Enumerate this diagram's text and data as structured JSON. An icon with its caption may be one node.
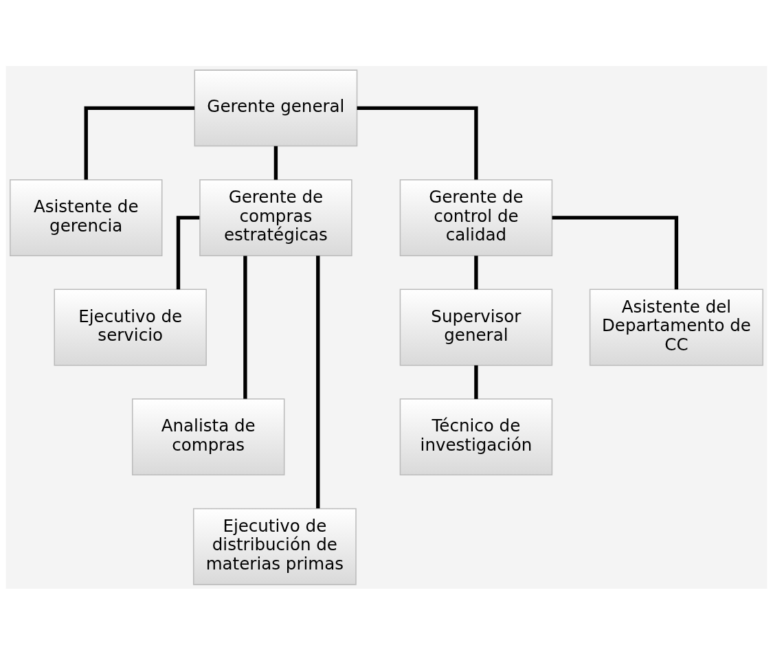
{
  "diagram": {
    "nodes": [
      {
        "text": [
          "Gerente general"
        ]
      },
      {
        "text": [
          "Asistente de gerencia"
        ]
      },
      {
        "text": [
          "Gerente de compras estratégicas"
        ]
      },
      {
        "text": [
          "Gerente de control de calidad"
        ]
      },
      {
        "text": [
          "Ejecutivo de servicio"
        ]
      },
      {
        "text": [
          "Analista de compras"
        ]
      },
      {
        "text": [
          "Ejecutivo de distribución de materias primas"
        ]
      },
      {
        "text": [
          "Supervisor general"
        ]
      },
      {
        "text": [
          "Asistente del Departamento de CC"
        ]
      },
      {
        "text": [
          "Técnico de investigación"
        ]
      }
    ],
    "edges": [
      {
        "from": 0,
        "to": 1,
        "arrow": "none"
      },
      {
        "from": 0,
        "to": 2,
        "arrow": "none"
      },
      {
        "from": 0,
        "to": 3,
        "arrow": "none"
      },
      {
        "from": 2,
        "to": 4,
        "arrow": "none"
      },
      {
        "from": 2,
        "to": 5,
        "arrow": "none"
      },
      {
        "from": 2,
        "to": 6,
        "arrow": "none"
      },
      {
        "from": 3,
        "to": 7,
        "arrow": "none"
      },
      {
        "from": 3,
        "to": 8,
        "arrow": "none"
      },
      {
        "from": 7,
        "to": 9,
        "arrow": "none"
      }
    ]
  }
}
